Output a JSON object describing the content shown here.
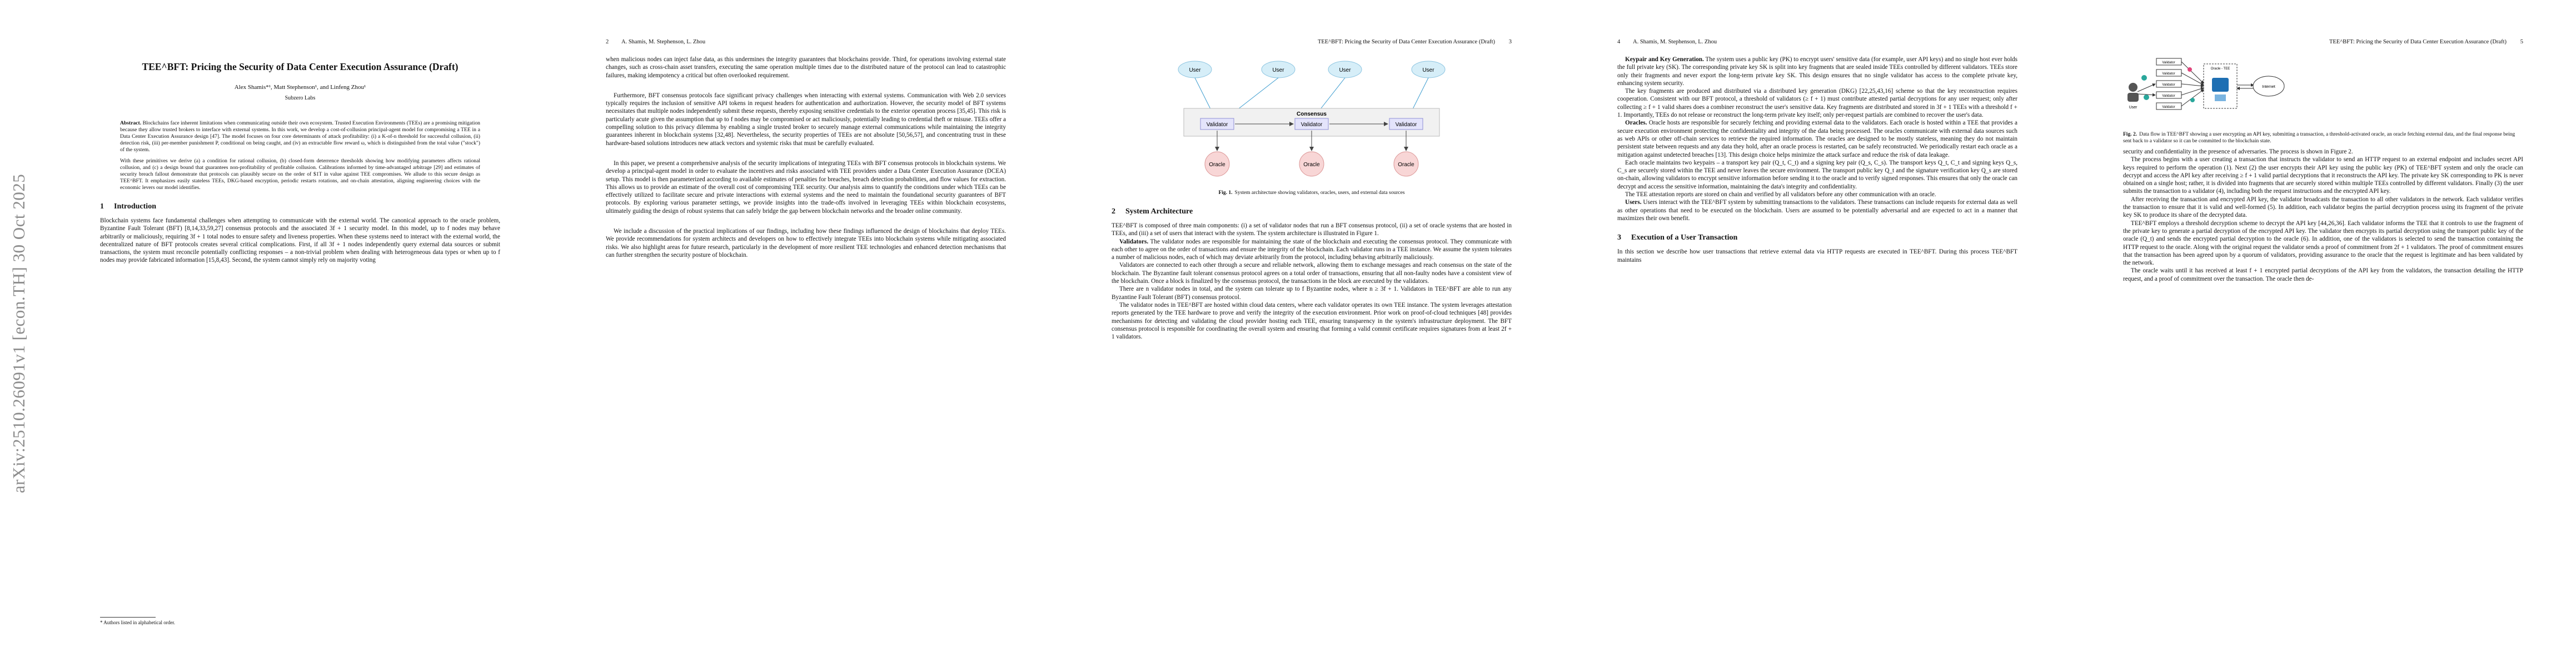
{
  "arxiv_id": "arXiv:2510.26091v1  [econ.TH]  30 Oct 2025",
  "running_heads": {
    "even": "A. Shamis, M. Stephenson, L. Zhou",
    "odd": "TEE^BFT: Pricing the Security of Data Center Execution Assurance (Draft)"
  },
  "page_numbers": [
    "2",
    "3",
    "4",
    "5"
  ],
  "page1": {
    "title": "TEE^BFT: Pricing the Security of Data Center Execution Assurance (Draft)",
    "authors": "Alex Shamis*¹, Matt Stephenson¹, and Linfeng Zhou¹",
    "affiliation": "Subzero Labs",
    "abstract_label": "Abstract.",
    "abstract_p1": "Blockchains face inherent limitations when communicating outside their own ecosystem. Trusted Execution Environments (TEEs) are a promising mitigation because they allow trusted brokers to interface with external systems. In this work, we develop a cost-of-collusion principal-agent model for compromising a TEE in a Data Center Execution Assurance design [47]. The model focuses on four core determinants of attack profitability: (i) a K-of-n threshold for successful collusion, (ii) detection risk, (iii) per-member punishment P, conditional on being caught, and (iv) an extractable flow reward ω, which is distinguished from the total value (\"stock\") of the system.",
    "abstract_p2": "With these primitives we derive (a) a condition for rational collusion, (b) closed-form deterrence thresholds showing how modifying parameters affects rational collusion, and (c) a design bound that guarantees non-profitability of profitable collusion. Calibrations informed by time-advantaged arbitrage [29] and estimates of security breach fallout demonstrate that protocols can plausibly secure on the order of $1T in value against TEE compromises. We allude to this secure design as TEE^BFT. It emphasizes easily stateless TEEs, DKG-based encryption, periodic restarts rotations, and on-chain attestation, aligning engineering choices with the economic levers our model identifies.",
    "section1_num": "1",
    "section1_title": "Introduction",
    "intro_p1": "Blockchain systems face fundamental challenges when attempting to communicate with the external world. The canonical approach to the oracle problem, Byzantine Fault Tolerant (BFT) [8,14,33,59,27] consensus protocols and the associated 3f + 1 security model. In this model, up to f nodes may behave arbitrarily or maliciously, requiring 3f + 1 total nodes to ensure safety and liveness properties. When these systems need to interact with the external world, the decentralized nature of BFT protocols creates several critical complications. First, if all 3f + 1 nodes independently query external data sources or submit transactions, the system must reconcile potentially conflicting responses – a non-trivial problem when dealing with heterogeneous data types or when up to f nodes may provide fabricated information [15,8,43]. Second, the system cannot simply rely on majority voting",
    "footnote": "* Authors listed in alphabetical order."
  },
  "page2": {
    "p1": "when malicious nodes can inject false data, as this undermines the integrity guarantees that blockchains provide. Third, for operations involving external state changes, such as cross-chain asset transfers, executing the same operation multiple times due to the distributed nature of the protocol can lead to catastrophic failures, making idempotency a critical but often overlooked requirement.",
    "p2": "Furthermore, BFT consensus protocols face significant privacy challenges when interacting with external systems. Communication with Web 2.0 services typically requires the inclusion of sensitive API tokens in request headers for authentication and authorization. However, the security model of BFT systems necessitates that multiple nodes independently submit these requests, thereby exposing sensitive credentials to the exterior operation process [35,45]. This risk is particularly acute given the assumption that up to f nodes may be compromised or act maliciously, potentially leading to credential theft or misuse. TEEs offer a compelling solution to this privacy dilemma by enabling a single trusted broker to securely manage external communications while maintaining the integrity guarantees inherent in blockchain systems [32,48]. Nevertheless, the security properties of TEEs are not absolute [50,56,57], and concentrating trust in these hardware-based solutions introduces new attack vectors and systemic risks that must be carefully evaluated.",
    "p3": "In this paper, we present a comprehensive analysis of the security implications of integrating TEEs with BFT consensus protocols in blockchain systems. We develop a principal-agent model in order to evaluate the incentives and risks associated with TEE providers under a Data Center Execution Assurance (DCEA) setup. This model is then parameterized according to available estimates of penalties for breaches, breach detection probabilities, and flow values for extraction. This allows us to provide an estimate of the overall cost of compromising TEE security. Our analysis aims to quantify the conditions under which TEEs can be effectively utilized to facilitate secure and private interactions with external systems and the need to maintain the foundational security guarantees of BFT protocols. By exploring various parameter settings, we provide insights into the trade-offs involved in leveraging TEEs within blockchain ecosystems, ultimately guiding the design of robust systems that can safely bridge the gap between blockchain networks and the broader online community.",
    "p4": "We include a discussion of the practical implications of our findings, including how these findings influenced the design of blockchains that deploy TEEs. We provide recommendations for system architects and developers on how to effectively integrate TEEs into blockchain systems while mitigating associated risks. We also highlight areas for future research, particularly in the development of more resilient TEE technologies and enhanced detection mechanisms that can further strengthen the security posture of blockchain."
  },
  "page3": {
    "fig_labels": {
      "user": "User",
      "validator": "Validator",
      "consensus": "Consensus",
      "oracle": "Oracle"
    },
    "fig_caption_label": "Fig. 1.",
    "fig_caption": "System architecture showing validators, oracles, users, and external data sources",
    "section_num": "2",
    "section_title": "System Architecture",
    "p1": "TEE^BFT is composed of three main components: (i) a set of validator nodes that run a BFT consensus protocol, (ii) a set of oracle systems that are hosted in TEEs, and (iii) a set of users that interact with the system. The system architecture is illustrated in Figure 1.",
    "validators_label": "Validators.",
    "p2": "The validator nodes are responsible for maintaining the state of the blockchain and executing the consensus protocol. They communicate with each other to agree on the order of transactions and ensure the integrity of the blockchain. Each validator runs in a TEE instance. We assume the system tolerates a number of malicious nodes, each of which may deviate arbitrarily from the protocol, including behaving arbitrarily maliciously.",
    "p3": "Validators are connected to each other through a secure and reliable network, allowing them to exchange messages and reach consensus on the state of the blockchain. The Byzantine fault tolerant consensus protocol agrees on a total order of transactions, ensuring that all non-faulty nodes have a consistent view of the blockchain. Once a block is finalized by the consensus protocol, the transactions in the block are executed by the validators.",
    "p4": "There are n validator nodes in total, and the system can tolerate up to f Byzantine nodes, where n ≥ 3f + 1. Validators in TEE^BFT are able to run any Byzantine Fault Tolerant (BFT) consensus protocol.",
    "p5": "The validator nodes in TEE^BFT are hosted within cloud data centers, where each validator operates its own TEE instance. The system leverages attestation reports generated by the TEE hardware to prove and verify the integrity of the execution environment. Prior work on proof-of-cloud techniques [48] provides mechanisms for detecting and validating the cloud provider hosting each TEE, ensuring transparency in the system's infrastructure deployment. The BFT consensus protocol is responsible for coordinating the overall system and ensuring that forming a valid commit certificate requires signatures from at least 2f + 1 validators."
  },
  "page4": {
    "keypair_label": "Keypair and Key Generation.",
    "p1": "The system uses a public key (PK) to encrypt users' sensitive data (for example, user API keys) and no single host ever holds the full private key (SK). The corresponding private key SK is split into key fragments that are sealed inside TEEs controlled by different validators. TEEs store only their fragments and never export the long-term private key SK. This design ensures that no single validator has access to the complete private key, enhancing system security.",
    "p2": "The key fragments are produced and distributed via a distributed key generation (DKG) [22,25,43,16] scheme so that the key reconstruction requires cooperation. Consistent with our BFT protocol, a threshold of validators (≥ f + 1) must contribute attested partial decryptions for any user request; only after collecting ≥ f + 1 valid shares does a combiner reconstruct the user's sensitive data. Key fragments are distributed and stored in 3f + 1 TEEs with a threshold f + 1. Importantly, TEEs do not release or reconstruct the long-term private key itself; only per-request partials are combined to recover the user's data.",
    "oracles_label": "Oracles.",
    "p3": "Oracle hosts are responsible for securely fetching and providing external data to the validators. Each oracle is hosted within a TEE that provides a secure execution environment protecting the confidentiality and integrity of the data being processed. The oracles communicate with external data sources such as web APIs or other off-chain services to retrieve the required information. The oracles are designed to be mostly stateless, meaning they do not maintain persistent state between requests and any data they hold, after an oracle process is restarted, can be safely reconstructed. We periodically restart each oracle as a mitigation against undetected breaches [13]. This design choice helps minimize the attack surface and reduce the risk of data leakage.",
    "p4": "Each oracle maintains two keypairs – a transport key pair (Q_t, C_t) and a signing key pair (Q_s, C_s). The transport keys Q_t, C_t and signing keys Q_s, C_s are securely stored within the TEE and never leaves the secure environment. The transport public key Q_t and the signature verification key Q_s are stored on-chain, allowing validators to encrypt sensitive information before sending it to the oracle and to verify signed responses. This ensures that only the oracle can decrypt and access the sensitive information, maintaining the data's integrity and confidentiality.",
    "p5": "The TEE attestation reports are stored on chain and verified by all validators before any other communication with an oracle.",
    "users_label": "Users.",
    "p6": "Users interact with the TEE^BFT system by submitting transactions to the validators. These transactions can include requests for external data as well as other operations that need to be executed on the blockchain. Users are assumed to be potentially adversarial and are expected to act in a manner that maximizes their own benefit.",
    "section_num": "3",
    "section_title": "Execution of a User Transaction",
    "p7": "In this section we describe how user transactions that retrieve external data via HTTP requests are executed in TEE^BFT. During this process TEE^BFT maintains"
  },
  "page5": {
    "fig_labels": {
      "user": "User",
      "validator": "Validator",
      "oracle_tee": "Oracle - TEE",
      "internet": "Internet"
    },
    "fig_caption_label": "Fig. 2.",
    "fig_caption": "Data flow in TEE^BFT showing a user encrypting an API key, submitting a transaction, a threshold-activated oracle, an oracle fetching external data, and the final response being sent back to a validator so it can be committed to the blockchain state.",
    "p1": "security and confidentiality in the presence of adversaries. The process is shown in Figure 2.",
    "p2": "The process begins with a user creating a transaction that instructs the validator to send an HTTP request to an external endpoint and includes secret API keys required to perform the operation (1). Next (2) the user encrypts their API key using the public key (PK) of TEE^BFT system and only the oracle can decrypt and access the API key after receiving ≥ f + 1 valid partial decryptions that it reconstructs the API key. The private key SK corresponding to PK is never obtained on a single host; rather, it is divided into fragments that are securely stored within multiple TEEs controlled by different validators. Finally (3) the user submits the transaction to a validator (4), including both the request instructions and the encrypted API key.",
    "p3": "After receiving the transaction and encrypted API key, the validator broadcasts the transaction to all other validators in the network. Each validator verifies the transaction to ensure that it is valid and well-formed (5). In addition, each validator begins the partial decryption process using its fragment of the private key SK to produce its share of the decrypted data.",
    "p4": "TEE^BFT employs a threshold decryption scheme to decrypt the API key [44,26,36]. Each validator informs the TEE that it controls to use the fragment of the private key to generate a partial decryption of the encrypted API key. The validator then encrypts its partial decryption using the transport public key of the oracle (Q_t) and sends the encrypted partial decryption to the oracle (6). In addition, one of the validators is selected to send the transaction containing the HTTP request to the oracle. Along with the original request the validator sends a proof of commitment from 2f + 1 validators. The proof of commitment ensures that the transaction has been agreed upon by a quorum of validators, providing assurance to the oracle that the request is legitimate and has been validated by the network.",
    "p5": "The oracle waits until it has received at least f + 1 encrypted partial decryptions of the API key from the validators, the transaction detailing the HTTP request, and a proof of commitment over the transaction. The oracle then de-"
  }
}
